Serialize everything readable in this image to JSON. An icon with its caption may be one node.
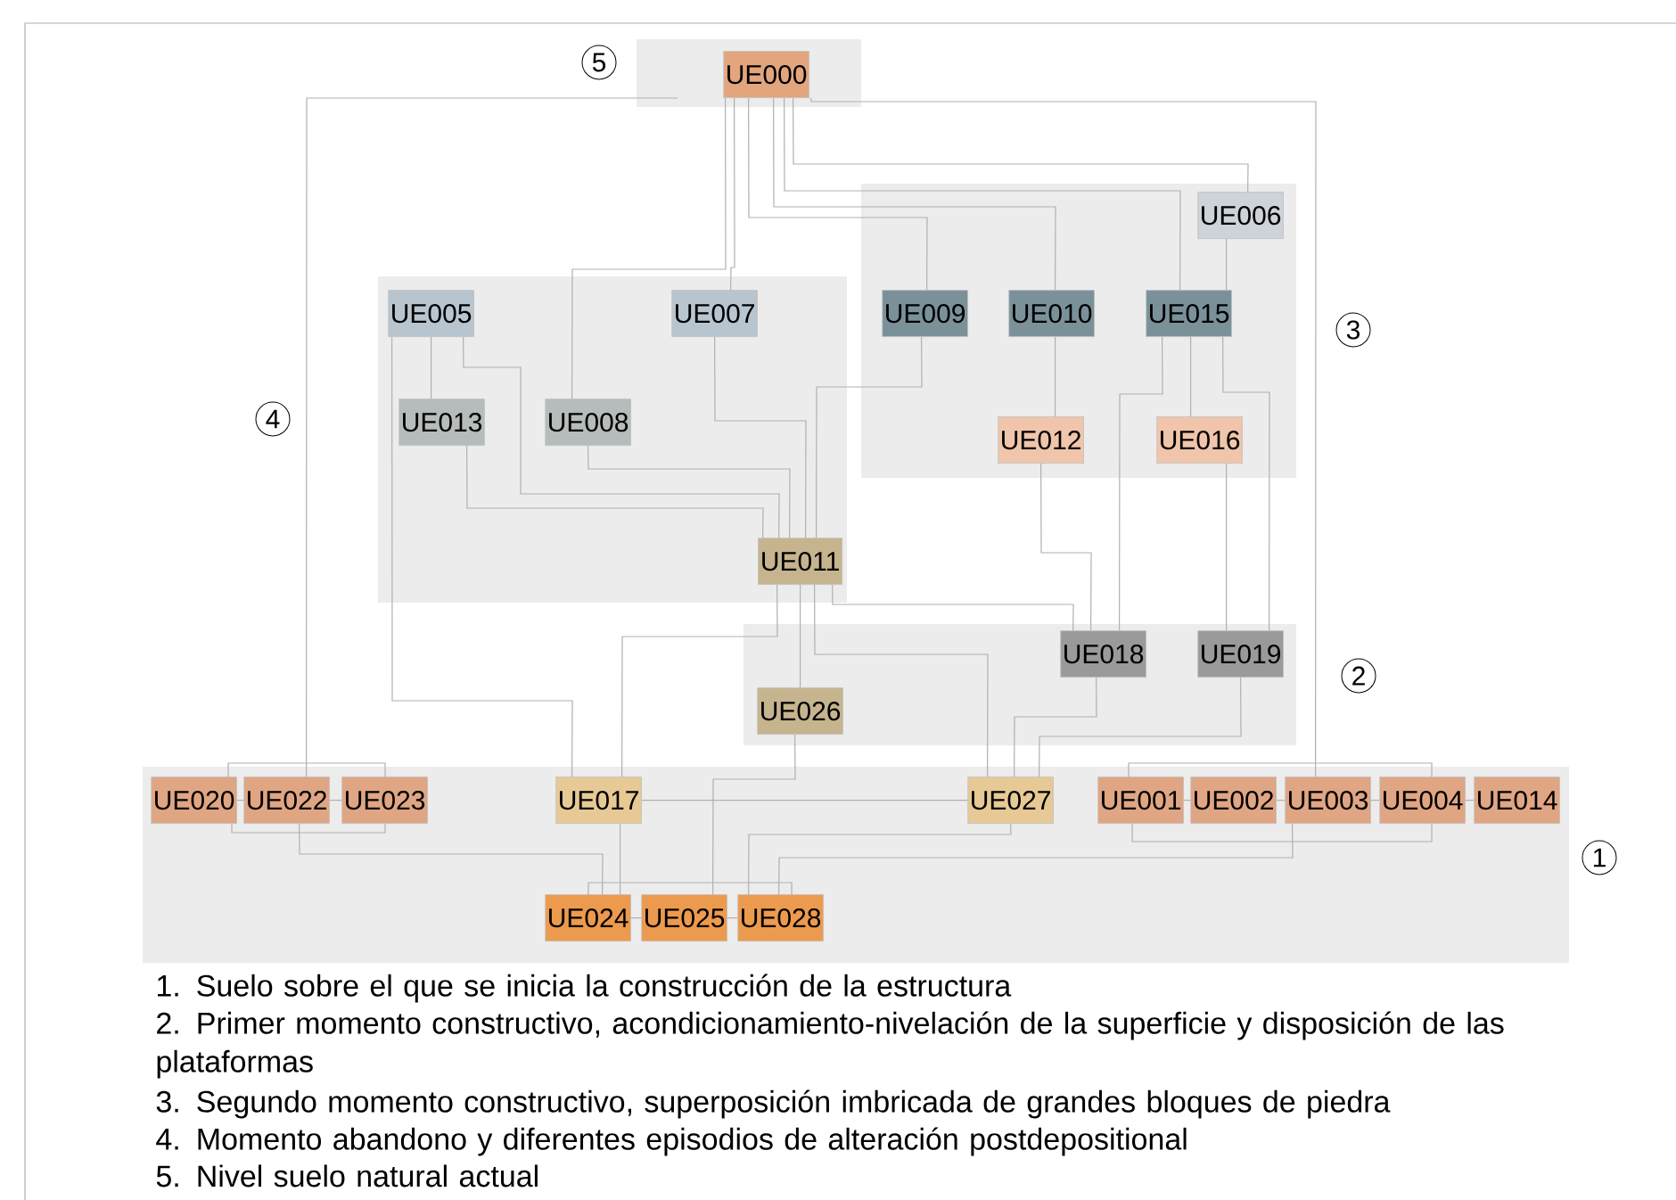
{
  "diagram": {
    "nodes": [
      {
        "text": [],
        "shape": "band",
        "beside": [
          "5"
        ]
      },
      {
        "text": [
          "UE000"
        ],
        "in": 0
      },
      {
        "text": [],
        "shape": "band",
        "beside": [
          "3"
        ]
      },
      {
        "text": [
          "UE006"
        ],
        "in": 2
      },
      {
        "text": [
          "UE009"
        ],
        "in": 2
      },
      {
        "text": [
          "UE010"
        ],
        "in": 2
      },
      {
        "text": [
          "UE015"
        ],
        "in": 2
      },
      {
        "text": [
          "UE012"
        ],
        "in": 2
      },
      {
        "text": [
          "UE016"
        ],
        "in": 2
      },
      {
        "text": [],
        "shape": "band",
        "beside": [
          "4"
        ]
      },
      {
        "text": [
          "UE005"
        ],
        "in": 9
      },
      {
        "text": [
          "UE007"
        ],
        "in": 9
      },
      {
        "text": [
          "UE013"
        ],
        "in": 9
      },
      {
        "text": [
          "UE008"
        ],
        "in": 9
      },
      {
        "text": [
          "UE011"
        ],
        "in": 9
      },
      {
        "text": [],
        "shape": "band",
        "beside": [
          "2"
        ]
      },
      {
        "text": [
          "UE018"
        ],
        "in": 15
      },
      {
        "text": [
          "UE019"
        ],
        "in": 15
      },
      {
        "text": [
          "UE026"
        ],
        "in": 15
      },
      {
        "text": [],
        "shape": "band",
        "beside": [
          "1"
        ]
      },
      {
        "text": [
          "UE020"
        ],
        "in": 19
      },
      {
        "text": [
          "UE022"
        ],
        "in": 19
      },
      {
        "text": [
          "UE023"
        ],
        "in": 19
      },
      {
        "text": [
          "UE017"
        ],
        "in": 19
      },
      {
        "text": [
          "UE027"
        ],
        "in": 19
      },
      {
        "text": [
          "UE001"
        ],
        "in": 19
      },
      {
        "text": [
          "UE002"
        ],
        "in": 19
      },
      {
        "text": [
          "UE003"
        ],
        "in": 19
      },
      {
        "text": [
          "UE004"
        ],
        "in": 19
      },
      {
        "text": [
          "UE014"
        ],
        "in": 19
      },
      {
        "text": [
          "UE024"
        ],
        "in": 19
      },
      {
        "text": [
          "UE025"
        ],
        "in": 19
      },
      {
        "text": [
          "UE028"
        ],
        "in": 19
      }
    ],
    "edges": [
      {
        "from": 1,
        "to": 21,
        "arrow": "none"
      },
      {
        "from": 1,
        "to": 27,
        "arrow": "none"
      },
      {
        "from": 1,
        "to": 13,
        "arrow": "none"
      },
      {
        "from": 1,
        "to": 11,
        "arrow": "none"
      },
      {
        "from": 1,
        "to": 4,
        "arrow": "none"
      },
      {
        "from": 1,
        "to": 5,
        "arrow": "none"
      },
      {
        "from": 1,
        "to": 6,
        "arrow": "none"
      },
      {
        "from": 1,
        "to": 3,
        "arrow": "none"
      },
      {
        "from": 3,
        "to": 6,
        "arrow": "none"
      },
      {
        "from": 10,
        "to": 12,
        "arrow": "none"
      },
      {
        "from": 10,
        "to": 14,
        "arrow": "none"
      },
      {
        "from": 10,
        "to": 23,
        "arrow": "none"
      },
      {
        "from": 12,
        "to": 14,
        "arrow": "none"
      },
      {
        "from": 13,
        "to": 14,
        "arrow": "none"
      },
      {
        "from": 11,
        "to": 14,
        "arrow": "none"
      },
      {
        "from": 4,
        "to": 14,
        "arrow": "none"
      },
      {
        "from": 5,
        "to": 7,
        "arrow": "none"
      },
      {
        "from": 6,
        "to": 8,
        "arrow": "none"
      },
      {
        "from": 6,
        "to": 16,
        "arrow": "none"
      },
      {
        "from": 6,
        "to": 17,
        "arrow": "none"
      },
      {
        "from": 7,
        "to": 16,
        "arrow": "none"
      },
      {
        "from": 8,
        "to": 17,
        "arrow": "none"
      },
      {
        "from": 14,
        "to": 23,
        "arrow": "none"
      },
      {
        "from": 14,
        "to": 18,
        "arrow": "none"
      },
      {
        "from": 14,
        "to": 24,
        "arrow": "none"
      },
      {
        "from": 14,
        "to": 16,
        "arrow": "none"
      },
      {
        "from": 16,
        "to": 24,
        "arrow": "none"
      },
      {
        "from": 17,
        "to": 24,
        "arrow": "none"
      },
      {
        "from": 23,
        "to": 24,
        "arrow": "none"
      },
      {
        "from": 23,
        "to": 30,
        "arrow": "none"
      },
      {
        "from": 18,
        "to": 31,
        "arrow": "none"
      },
      {
        "from": 24,
        "to": 32,
        "arrow": "none"
      },
      {
        "from": 21,
        "to": 30,
        "arrow": "none"
      },
      {
        "from": 27,
        "to": 32,
        "arrow": "none"
      },
      {
        "from": 20,
        "to": 21,
        "arrow": "none"
      },
      {
        "from": 21,
        "to": 22,
        "arrow": "none"
      },
      {
        "from": 30,
        "to": 31,
        "arrow": "none"
      },
      {
        "from": 31,
        "to": 32,
        "arrow": "none"
      },
      {
        "from": 25,
        "to": 26,
        "arrow": "none"
      },
      {
        "from": 26,
        "to": 27,
        "arrow": "none"
      },
      {
        "from": 27,
        "to": 28,
        "arrow": "none"
      },
      {
        "from": 28,
        "to": 29,
        "arrow": "none"
      }
    ],
    "labels": [
      "1. Suelo sobre el que se inicia la construcción de la estructura",
      "2. Primer momento constructivo, acondicionamiento-nivelación de la superficie y disposición de las plataformas",
      "3. Segundo momento constructivo, superposición imbricada de grandes bloques de piedra",
      "4. Momento abandono y diferentes episodios de alteración postdepositional",
      "5. Nivel suelo natural actual"
    ]
  }
}
